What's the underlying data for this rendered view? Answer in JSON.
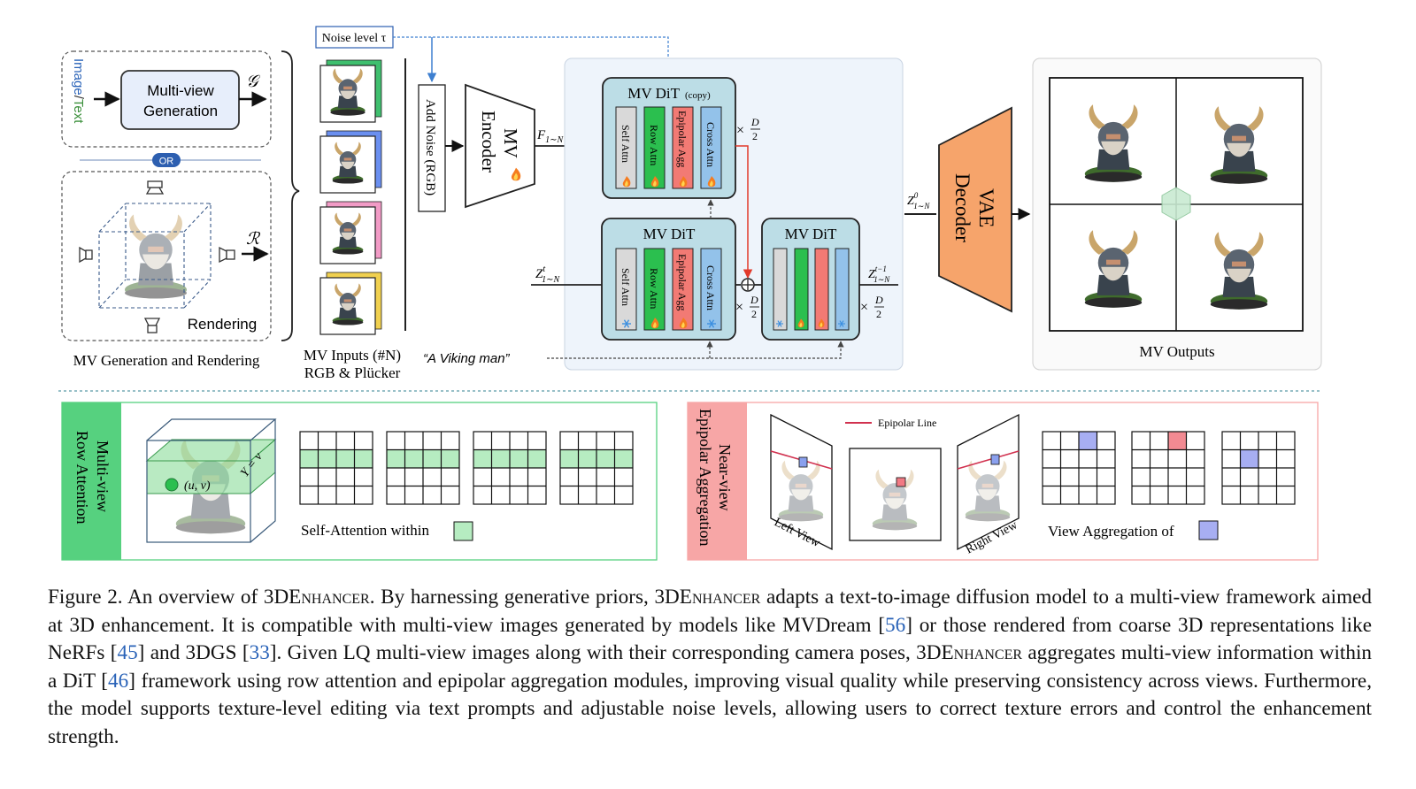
{
  "figure": {
    "gen_panel": {
      "input_label_image": "Image",
      "input_label_sep": "/",
      "input_label_text": "Text",
      "generation_box_line1": "Multi-view",
      "generation_box_line2": "Generation",
      "g_symbol": "𝒢",
      "or_badge": "OR",
      "r_symbol": "ℛ",
      "rendering_label": "Rendering",
      "section_caption": "MV Generation and Rendering"
    },
    "inputs": {
      "caption_line1": "MV Inputs (#N)",
      "caption_line2": "RGB & Plücker"
    },
    "noise_level_label": "Noise level τ",
    "add_noise_label": "Add Noise (RGB)",
    "encoder_line1": "MV",
    "encoder_line2": "Encoder",
    "f_label": "F",
    "f_sub": "1∼N",
    "z_t_label": "Z",
    "z_t_sup": "t",
    "z_t_sub": "1∼N",
    "z_t1_label": "Z",
    "z_t1_sup": "t−1",
    "z_t1_sub": "1∼N",
    "z_0_label": "Z",
    "z_0_sup": "0",
    "z_0_sub": "1∼N",
    "dit_copy_title": "MV DiT",
    "dit_copy_suffix": "(copy)",
    "dit_title": "MV DiT",
    "dit2_title": "MV DiT",
    "attn_labels": [
      "Self Attn",
      "Row Attn",
      "Epipolar Agg",
      "Cross Attn"
    ],
    "times_symbol": "×",
    "d_over_2_num": "D",
    "d_over_2_den": "2",
    "prompt_text": "“A Viking man”",
    "vae_line1": "VAE",
    "vae_line2": "Decoder",
    "outputs_caption": "MV Outputs",
    "row_attn_panel": {
      "title_line1": "Multi-view",
      "title_line2": "Row Attention",
      "uv_label": "(u, v)",
      "yv_label": "Y = v",
      "legend_text": "Self-Attention within"
    },
    "epipolar_panel": {
      "title_line1": "Near-view",
      "title_line2": "Epipolar Aggregation",
      "epipolar_line_label": "Epipolar Line",
      "left_view": "Left View",
      "right_view": "Right View",
      "legend_text": "View Aggregation of"
    }
  },
  "caption": {
    "c1": "Figure 2.  An overview of 3DE",
    "c2": "nhancer",
    "c3": ". By harnessing generative priors, 3DE",
    "c4": "nhancer",
    "c5": " adapts a text-to-image diffusion model to a multi-view framework aimed at 3D enhancement. It is compatible with multi-view images generated by models like MVDream [",
    "ref1": "56",
    "c6": "] or those rendered from coarse 3D representations like NeRFs [",
    "ref2": "45",
    "c7": "] and 3DGS [",
    "ref3": "33",
    "c8": "].  Given LQ multi-view images along with their corresponding camera poses, 3DE",
    "c9": "nhancer",
    "c10": " aggregates multi-view information within a DiT [",
    "ref4": "46",
    "c11": "] framework using row attention and epipolar aggregation modules, improving visual quality while preserving consistency across views. Furthermore, the model supports texture-level editing via text prompts and adjustable noise levels, allowing users to correct texture errors and control the enhancement strength."
  },
  "colors": {
    "dit_panel_bg": "#eef4fb",
    "dit_block": "#bcdde6",
    "self_attn": "#d9d9d9",
    "row_attn": "#2bbf4f",
    "epipolar_agg": "#f27a74",
    "cross_attn": "#93c2ea",
    "vae": "#f6a46b",
    "row_panel_accent": "#56d17f",
    "epi_panel_accent": "#f7a6a6",
    "or_badge": "#2d5fb0",
    "red_arrow": "#e23a2b",
    "noise_dash": "#3d7fd0"
  }
}
